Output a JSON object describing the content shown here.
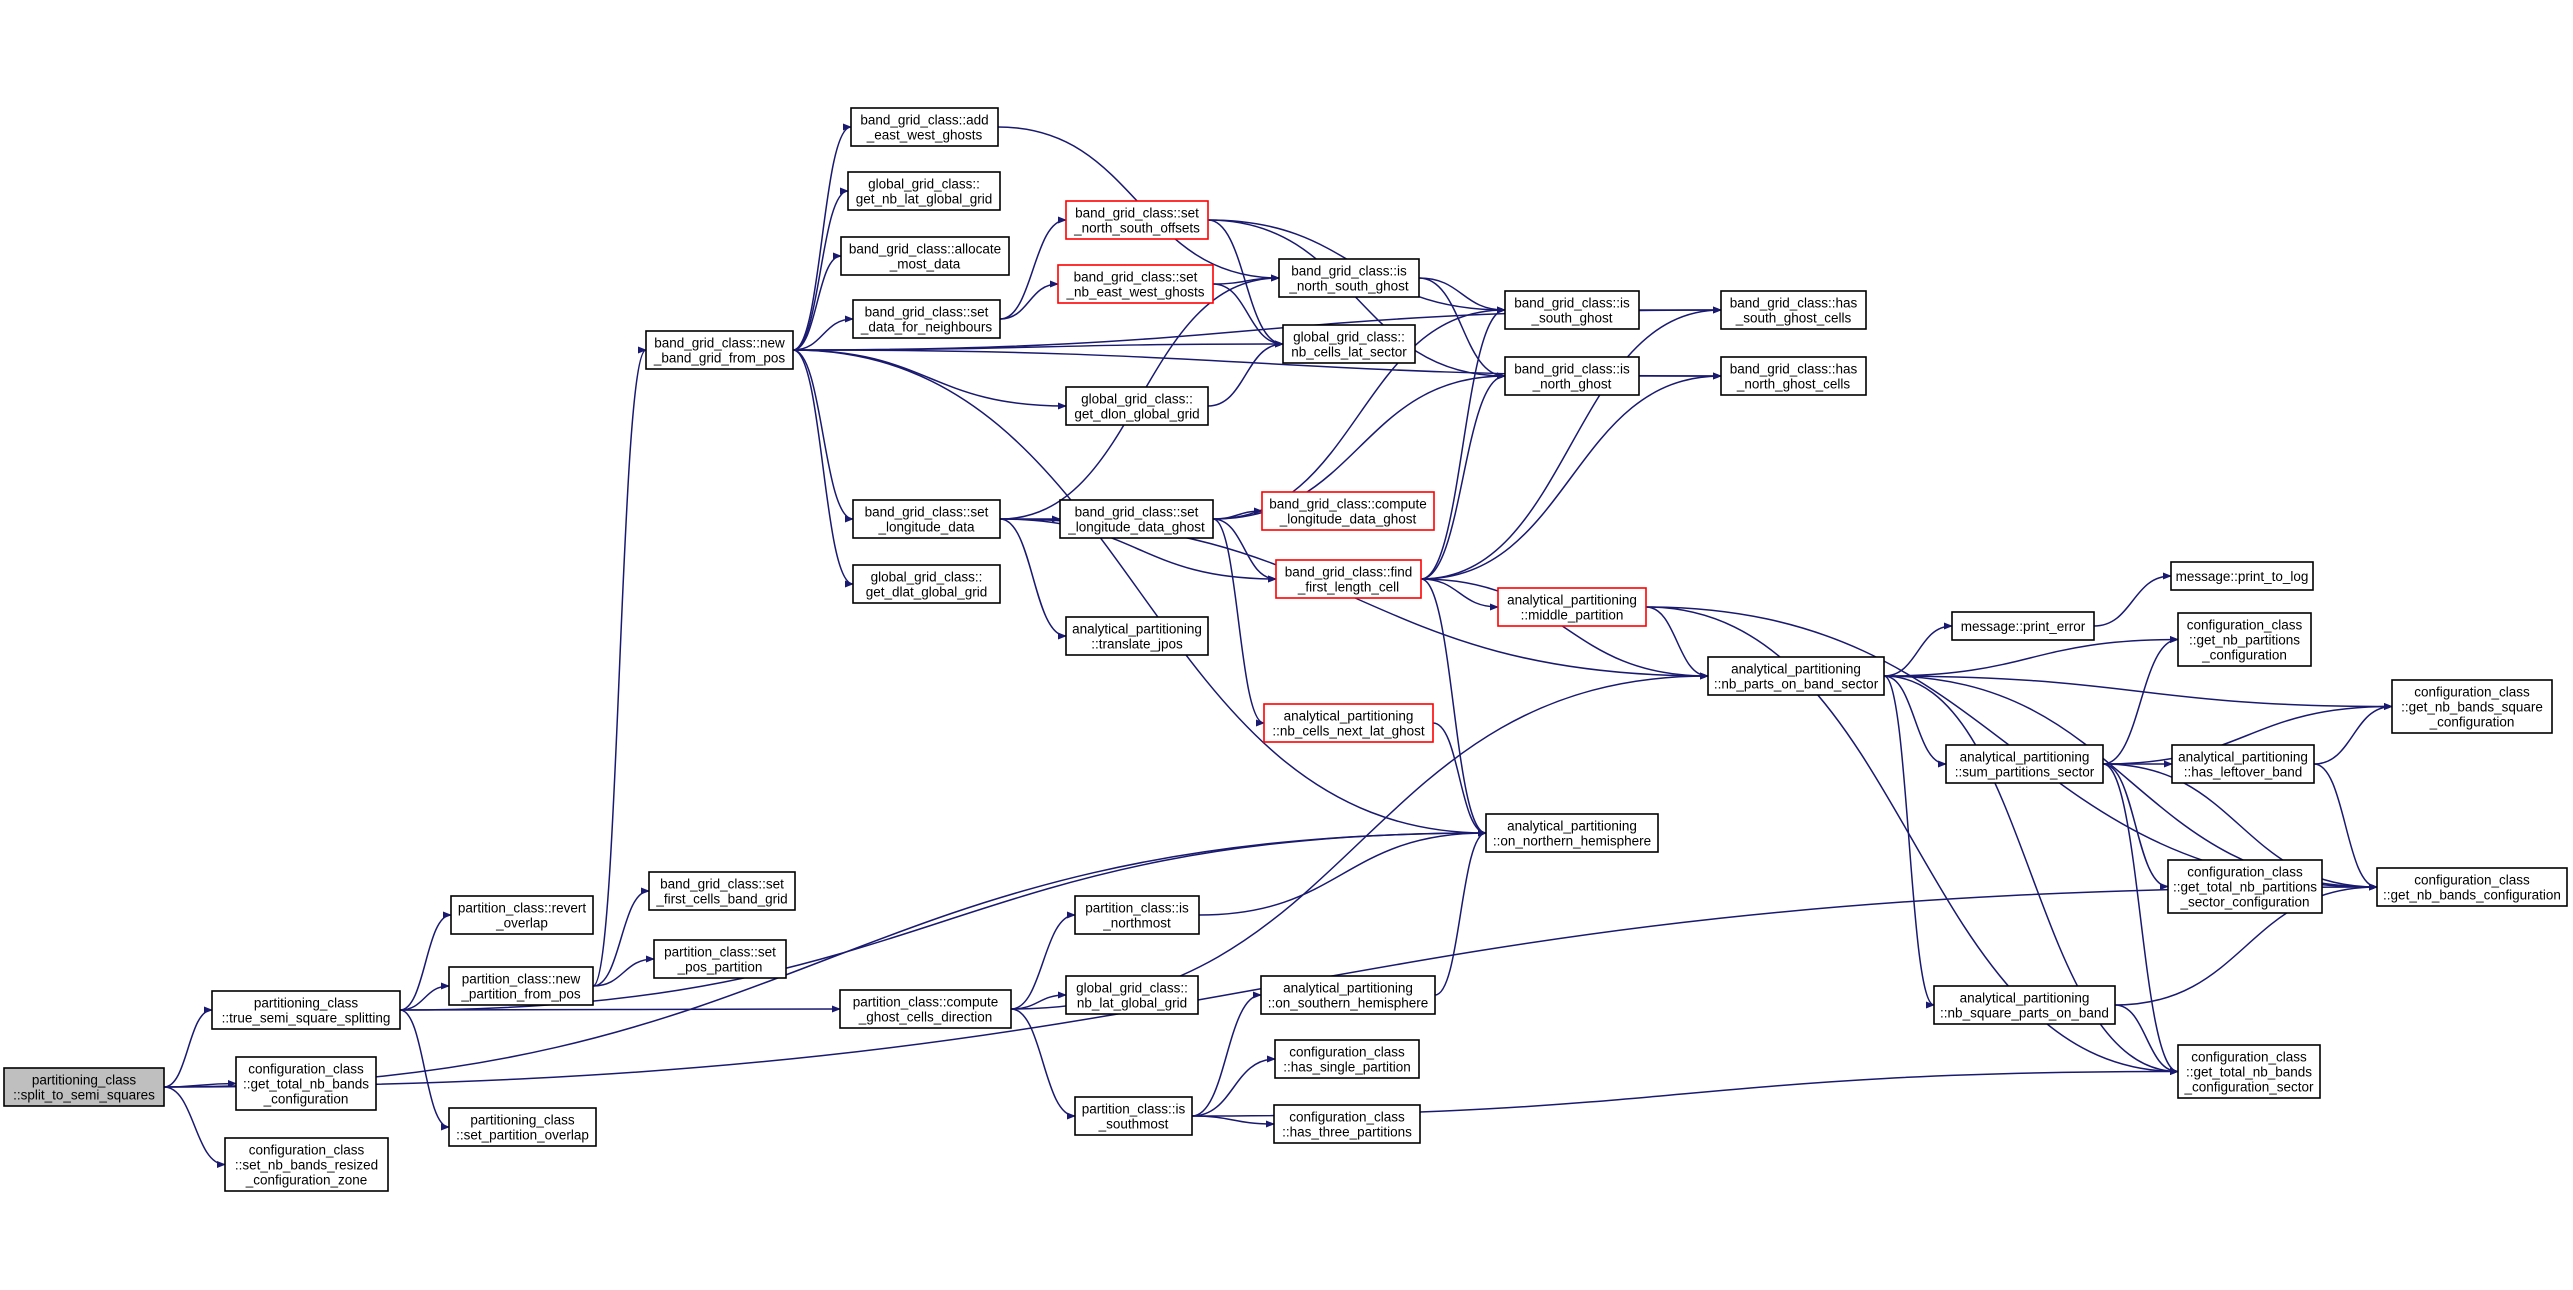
{
  "colors": {
    "edge": "#191970",
    "node_border": "#000000",
    "highlight_border": "#ff0000",
    "root_fill": "#bfbfbf",
    "node_fill": "#ffffff",
    "text": "#000000"
  },
  "nodes": [
    {
      "id": "split",
      "lines": [
        "partitioning_class",
        "::split_to_semi_squares"
      ],
      "style": "root"
    },
    {
      "id": "true_semi",
      "lines": [
        "partitioning_class",
        "::true_semi_square_splitting"
      ],
      "style": "normal"
    },
    {
      "id": "get_total_nb_bands",
      "lines": [
        "configuration_class",
        "::get_total_nb_bands",
        "_configuration"
      ],
      "style": "normal"
    },
    {
      "id": "set_nb_bands_resized",
      "lines": [
        "configuration_class",
        "::set_nb_bands_resized",
        "_configuration_zone"
      ],
      "style": "normal"
    },
    {
      "id": "revert_overlap",
      "lines": [
        "partition_class::revert",
        "_overlap"
      ],
      "style": "normal"
    },
    {
      "id": "new_partition",
      "lines": [
        "partition_class::new",
        "_partition_from_pos"
      ],
      "style": "normal"
    },
    {
      "id": "set_partition_overlap",
      "lines": [
        "partitioning_class",
        "::set_partition_overlap"
      ],
      "style": "normal"
    },
    {
      "id": "set_first_cells",
      "lines": [
        "band_grid_class::set",
        "_first_cells_band_grid"
      ],
      "style": "normal"
    },
    {
      "id": "set_pos_partition",
      "lines": [
        "partition_class::set",
        "_pos_partition"
      ],
      "style": "normal"
    },
    {
      "id": "new_band_grid",
      "lines": [
        "band_grid_class::new",
        "_band_grid_from_pos"
      ],
      "style": "normal"
    },
    {
      "id": "add_east_west",
      "lines": [
        "band_grid_class::add",
        "_east_west_ghosts"
      ],
      "style": "normal"
    },
    {
      "id": "get_nb_lat_global",
      "lines": [
        "global_grid_class::",
        "get_nb_lat_global_grid"
      ],
      "style": "normal"
    },
    {
      "id": "allocate_most",
      "lines": [
        "band_grid_class::allocate",
        "_most_data"
      ],
      "style": "normal"
    },
    {
      "id": "set_data_neighbours",
      "lines": [
        "band_grid_class::set",
        "_data_for_neighbours"
      ],
      "style": "normal"
    },
    {
      "id": "set_longitude_data",
      "lines": [
        "band_grid_class::set",
        "_longitude_data"
      ],
      "style": "normal"
    },
    {
      "id": "get_dlat_global",
      "lines": [
        "global_grid_class::",
        "get_dlat_global_grid"
      ],
      "style": "normal"
    },
    {
      "id": "set_north_south_offsets",
      "lines": [
        "band_grid_class::set",
        "_north_south_offsets"
      ],
      "style": "highlight"
    },
    {
      "id": "set_nb_east_west",
      "lines": [
        "band_grid_class::set",
        "_nb_east_west_ghosts"
      ],
      "style": "highlight"
    },
    {
      "id": "get_dlon_global",
      "lines": [
        "global_grid_class::",
        "get_dlon_global_grid"
      ],
      "style": "normal"
    },
    {
      "id": "set_longitude_data_ghost",
      "lines": [
        "band_grid_class::set",
        "_longitude_data_ghost"
      ],
      "style": "normal"
    },
    {
      "id": "translate_jpos",
      "lines": [
        "analytical_partitioning",
        "::translate_jpos"
      ],
      "style": "normal"
    },
    {
      "id": "is_north_south_ghost",
      "lines": [
        "band_grid_class::is",
        "_north_south_ghost"
      ],
      "style": "normal"
    },
    {
      "id": "nb_cells_lat_sector",
      "lines": [
        "global_grid_class::",
        "nb_cells_lat_sector"
      ],
      "style": "normal"
    },
    {
      "id": "compute_longitude_data_ghost",
      "lines": [
        "band_grid_class::compute",
        "_longitude_data_ghost"
      ],
      "style": "highlight"
    },
    {
      "id": "find_first_length_cell",
      "lines": [
        "band_grid_class::find",
        "_first_length_cell"
      ],
      "style": "highlight"
    },
    {
      "id": "nb_cells_next_lat_ghost",
      "lines": [
        "analytical_partitioning",
        "::nb_cells_next_lat_ghost"
      ],
      "style": "highlight"
    },
    {
      "id": "is_south_ghost",
      "lines": [
        "band_grid_class::is",
        "_south_ghost"
      ],
      "style": "normal"
    },
    {
      "id": "is_north_ghost",
      "lines": [
        "band_grid_class::is",
        "_north_ghost"
      ],
      "style": "normal"
    },
    {
      "id": "has_south_ghost_cells",
      "lines": [
        "band_grid_class::has",
        "_south_ghost_cells"
      ],
      "style": "normal"
    },
    {
      "id": "has_north_ghost_cells",
      "lines": [
        "band_grid_class::has",
        "_north_ghost_cells"
      ],
      "style": "normal"
    },
    {
      "id": "middle_partition",
      "lines": [
        "analytical_partitioning",
        "::middle_partition"
      ],
      "style": "highlight"
    },
    {
      "id": "on_northern_hemisphere",
      "lines": [
        "analytical_partitioning",
        "::on_northern_hemisphere"
      ],
      "style": "normal"
    },
    {
      "id": "compute_ghost_cells_direction",
      "lines": [
        "partition_class::compute",
        "_ghost_cells_direction"
      ],
      "style": "normal"
    },
    {
      "id": "is_northmost",
      "lines": [
        "partition_class::is",
        "_northmost"
      ],
      "style": "normal"
    },
    {
      "id": "nb_lat_global_grid",
      "lines": [
        "global_grid_class::",
        "nb_lat_global_grid"
      ],
      "style": "normal"
    },
    {
      "id": "is_southmost",
      "lines": [
        "partition_class::is",
        "_southmost"
      ],
      "style": "normal"
    },
    {
      "id": "on_southern_hemisphere",
      "lines": [
        "analytical_partitioning",
        "::on_southern_hemisphere"
      ],
      "style": "normal"
    },
    {
      "id": "has_single_partition",
      "lines": [
        "configuration_class",
        "::has_single_partition"
      ],
      "style": "normal"
    },
    {
      "id": "has_three_partitions",
      "lines": [
        "configuration_class",
        "::has_three_partitions"
      ],
      "style": "normal"
    },
    {
      "id": "nb_parts_on_band_sector",
      "lines": [
        "analytical_partitioning",
        "::nb_parts_on_band_sector"
      ],
      "style": "normal"
    },
    {
      "id": "print_error",
      "lines": [
        "message::print_error"
      ],
      "style": "normal"
    },
    {
      "id": "print_to_log",
      "lines": [
        "message::print_to_log"
      ],
      "style": "normal"
    },
    {
      "id": "get_nb_partitions_config",
      "lines": [
        "configuration_class",
        "::get_nb_partitions",
        "_configuration"
      ],
      "style": "normal"
    },
    {
      "id": "sum_partitions_sector",
      "lines": [
        "analytical_partitioning",
        "::sum_partitions_sector"
      ],
      "style": "normal"
    },
    {
      "id": "has_leftover_band",
      "lines": [
        "analytical_partitioning",
        "::has_leftover_band"
      ],
      "style": "normal"
    },
    {
      "id": "get_total_nb_partitions_sector",
      "lines": [
        "configuration_class",
        "::get_total_nb_partitions",
        "_sector_configuration"
      ],
      "style": "normal"
    },
    {
      "id": "nb_square_parts_on_band",
      "lines": [
        "analytical_partitioning",
        "::nb_square_parts_on_band"
      ],
      "style": "normal"
    },
    {
      "id": "get_total_nb_bands_sector",
      "lines": [
        "configuration_class",
        "::get_total_nb_bands",
        "_configuration_sector"
      ],
      "style": "normal"
    },
    {
      "id": "get_nb_bands_square",
      "lines": [
        "configuration_class",
        "::get_nb_bands_square",
        "_configuration"
      ],
      "style": "normal"
    },
    {
      "id": "get_nb_bands_configuration",
      "lines": [
        "configuration_class",
        "::get_nb_bands_configuration"
      ],
      "style": "normal"
    }
  ],
  "edges": [
    [
      "split",
      "true_semi"
    ],
    [
      "split",
      "get_total_nb_bands"
    ],
    [
      "split",
      "set_nb_bands_resized"
    ],
    [
      "split",
      "on_northern_hemisphere"
    ],
    [
      "split",
      "get_nb_bands_configuration"
    ],
    [
      "true_semi",
      "revert_overlap"
    ],
    [
      "true_semi",
      "new_partition"
    ],
    [
      "true_semi",
      "set_partition_overlap"
    ],
    [
      "true_semi",
      "compute_ghost_cells_direction"
    ],
    [
      "true_semi",
      "on_northern_hemisphere"
    ],
    [
      "new_partition",
      "set_first_cells"
    ],
    [
      "new_partition",
      "set_pos_partition"
    ],
    [
      "new_partition",
      "new_band_grid"
    ],
    [
      "new_band_grid",
      "add_east_west"
    ],
    [
      "new_band_grid",
      "get_nb_lat_global"
    ],
    [
      "new_band_grid",
      "allocate_most"
    ],
    [
      "new_band_grid",
      "set_data_neighbours"
    ],
    [
      "new_band_grid",
      "set_longitude_data"
    ],
    [
      "new_band_grid",
      "get_dlat_global"
    ],
    [
      "new_band_grid",
      "get_dlon_global"
    ],
    [
      "new_band_grid",
      "nb_cells_lat_sector"
    ],
    [
      "new_band_grid",
      "has_south_ghost_cells"
    ],
    [
      "new_band_grid",
      "has_north_ghost_cells"
    ],
    [
      "new_band_grid",
      "on_northern_hemisphere"
    ],
    [
      "add_east_west",
      "is_north_south_ghost"
    ],
    [
      "set_data_neighbours",
      "set_north_south_offsets"
    ],
    [
      "set_data_neighbours",
      "set_nb_east_west"
    ],
    [
      "set_north_south_offsets",
      "is_south_ghost"
    ],
    [
      "set_north_south_offsets",
      "is_north_ghost"
    ],
    [
      "set_north_south_offsets",
      "nb_cells_lat_sector"
    ],
    [
      "set_nb_east_west",
      "is_north_south_ghost"
    ],
    [
      "set_nb_east_west",
      "nb_cells_lat_sector"
    ],
    [
      "get_dlon_global",
      "nb_cells_lat_sector"
    ],
    [
      "set_longitude_data",
      "set_longitude_data_ghost"
    ],
    [
      "set_longitude_data",
      "find_first_length_cell"
    ],
    [
      "set_longitude_data",
      "translate_jpos"
    ],
    [
      "set_longitude_data",
      "is_north_south_ghost"
    ],
    [
      "set_longitude_data",
      "nb_parts_on_band_sector"
    ],
    [
      "set_longitude_data_ghost",
      "compute_longitude_data_ghost"
    ],
    [
      "set_longitude_data_ghost",
      "find_first_length_cell"
    ],
    [
      "set_longitude_data_ghost",
      "nb_cells_next_lat_ghost"
    ],
    [
      "set_longitude_data_ghost",
      "is_south_ghost"
    ],
    [
      "set_longitude_data_ghost",
      "is_north_ghost"
    ],
    [
      "is_north_south_ghost",
      "is_south_ghost"
    ],
    [
      "is_north_south_ghost",
      "is_north_ghost"
    ],
    [
      "is_south_ghost",
      "has_south_ghost_cells"
    ],
    [
      "is_north_ghost",
      "has_north_ghost_cells"
    ],
    [
      "find_first_length_cell",
      "is_south_ghost"
    ],
    [
      "find_first_length_cell",
      "is_north_ghost"
    ],
    [
      "find_first_length_cell",
      "has_south_ghost_cells"
    ],
    [
      "find_first_length_cell",
      "has_north_ghost_cells"
    ],
    [
      "find_first_length_cell",
      "middle_partition"
    ],
    [
      "find_first_length_cell",
      "nb_parts_on_band_sector"
    ],
    [
      "find_first_length_cell",
      "on_northern_hemisphere"
    ],
    [
      "nb_cells_next_lat_ghost",
      "on_northern_hemisphere"
    ],
    [
      "middle_partition",
      "nb_parts_on_band_sector"
    ],
    [
      "middle_partition",
      "get_nb_bands_configuration"
    ],
    [
      "middle_partition",
      "get_total_nb_bands_sector"
    ],
    [
      "compute_ghost_cells_direction",
      "is_northmost"
    ],
    [
      "compute_ghost_cells_direction",
      "nb_lat_global_grid"
    ],
    [
      "compute_ghost_cells_direction",
      "is_southmost"
    ],
    [
      "compute_ghost_cells_direction",
      "nb_parts_on_band_sector"
    ],
    [
      "is_northmost",
      "on_northern_hemisphere"
    ],
    [
      "is_southmost",
      "on_southern_hemisphere"
    ],
    [
      "is_southmost",
      "has_single_partition"
    ],
    [
      "is_southmost",
      "has_three_partitions"
    ],
    [
      "is_southmost",
      "get_total_nb_bands_sector"
    ],
    [
      "on_southern_hemisphere",
      "on_northern_hemisphere"
    ],
    [
      "nb_parts_on_band_sector",
      "print_error"
    ],
    [
      "nb_parts_on_band_sector",
      "get_nb_partitions_config"
    ],
    [
      "nb_parts_on_band_sector",
      "sum_partitions_sector"
    ],
    [
      "nb_parts_on_band_sector",
      "nb_square_parts_on_band"
    ],
    [
      "nb_parts_on_band_sector",
      "get_total_nb_bands_sector"
    ],
    [
      "nb_parts_on_band_sector",
      "get_nb_bands_square"
    ],
    [
      "nb_parts_on_band_sector",
      "get_nb_bands_configuration"
    ],
    [
      "print_error",
      "print_to_log"
    ],
    [
      "sum_partitions_sector",
      "get_nb_partitions_config"
    ],
    [
      "sum_partitions_sector",
      "has_leftover_band"
    ],
    [
      "sum_partitions_sector",
      "get_total_nb_partitions_sector"
    ],
    [
      "sum_partitions_sector",
      "get_total_nb_bands_sector"
    ],
    [
      "sum_partitions_sector",
      "get_nb_bands_square"
    ],
    [
      "sum_partitions_sector",
      "get_nb_bands_configuration"
    ],
    [
      "has_leftover_band",
      "get_nb_bands_square"
    ],
    [
      "has_leftover_band",
      "get_nb_bands_configuration"
    ],
    [
      "nb_square_parts_on_band",
      "get_total_nb_bands_sector"
    ],
    [
      "nb_square_parts_on_band",
      "get_nb_bands_configuration"
    ]
  ]
}
